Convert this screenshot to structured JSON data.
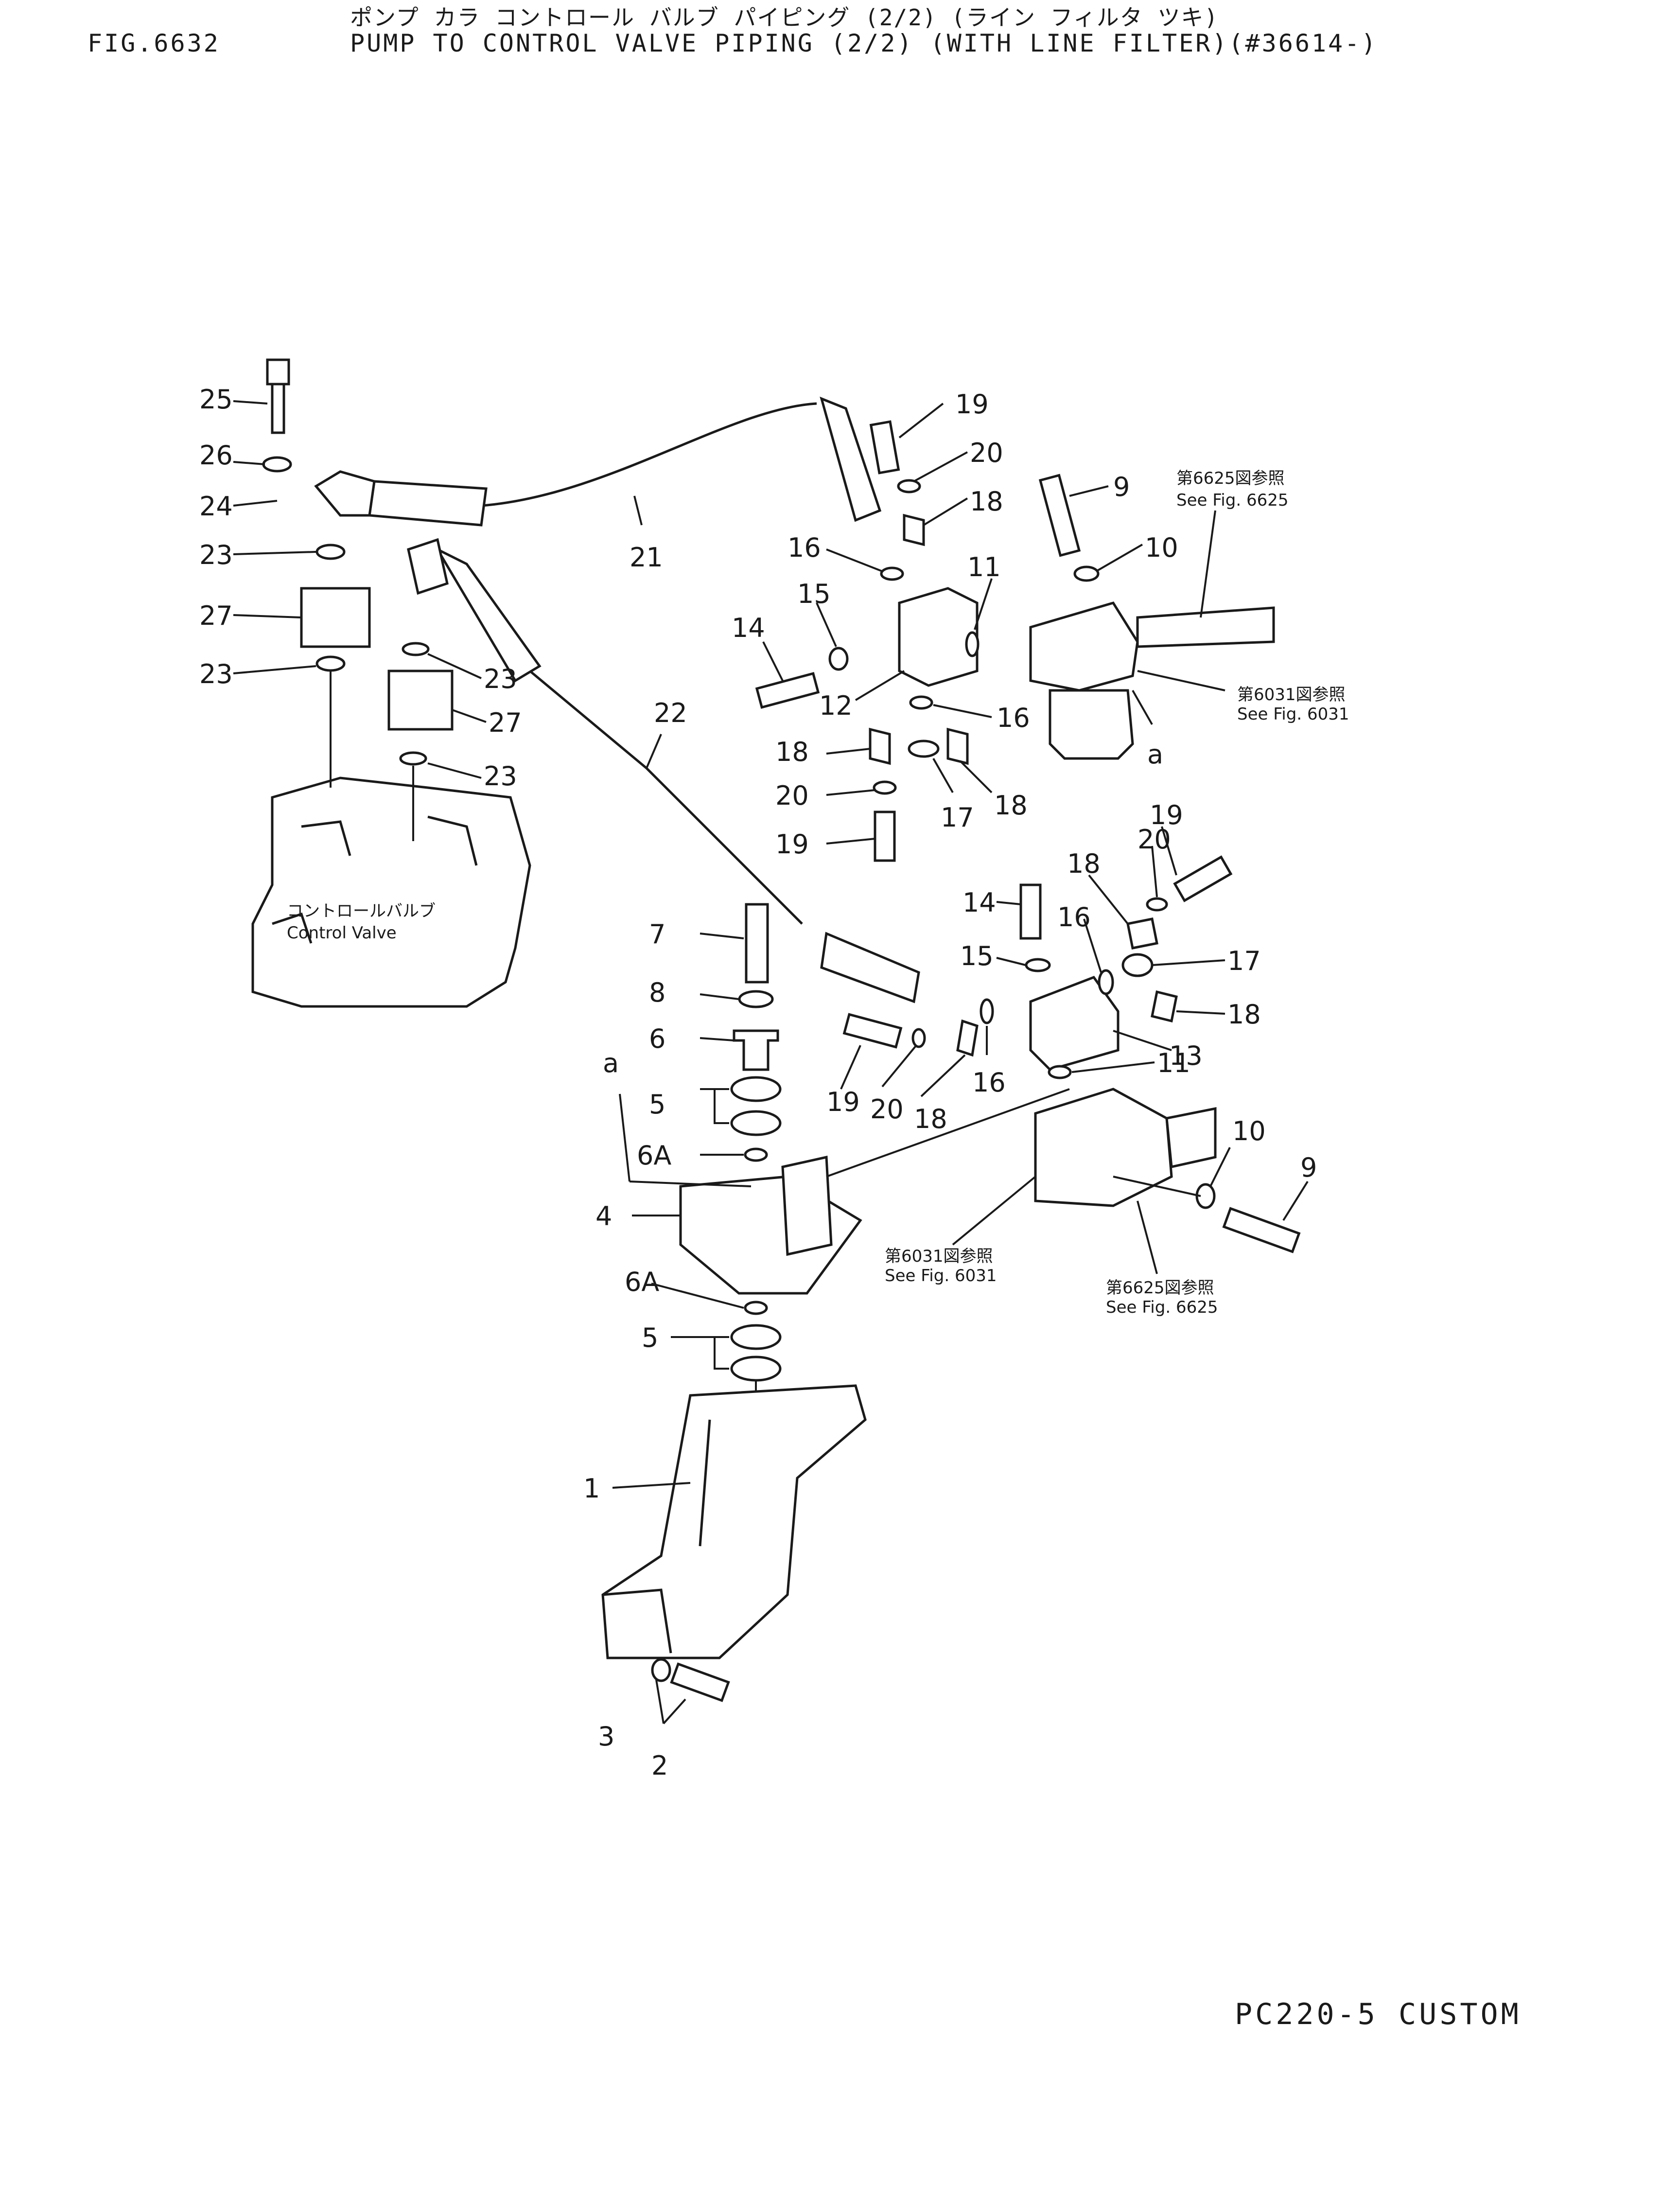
{
  "header": {
    "fig_label": "FIG.6632",
    "title_jp": "ポンプ カラ コントロール バルブ パイピング (2/2) (ライン フィルタ ツキ)",
    "title_en": "PUMP TO CONTROL VALVE PIPING (2/2) (WITH LINE FILTER)(#36614-)"
  },
  "footer": {
    "model": "PC220-5 CUSTOM"
  },
  "callouts": {
    "c1": "1",
    "c2": "2",
    "c3": "3",
    "c4": "4",
    "c5a": "5",
    "c5b": "5",
    "c6": "6",
    "c6a1": "6A",
    "c6a2": "6A",
    "c7": "7",
    "c8": "8",
    "c9a": "9",
    "c9b": "9",
    "c10a": "10",
    "c10b": "10",
    "c11a": "11",
    "c11b": "11",
    "c12": "12",
    "c13": "13",
    "c14a": "14",
    "c14b": "14",
    "c15a": "15",
    "c15b": "15",
    "c16a": "16",
    "c16b": "16",
    "c16c": "16",
    "c16d": "16",
    "c17a": "17",
    "c17b": "17",
    "c18a": "18",
    "c18b": "18",
    "c18c": "18",
    "c18d": "18",
    "c18e": "18",
    "c18f": "18",
    "c19a": "19",
    "c19b": "19",
    "c19c": "19",
    "c19d": "19",
    "c20a": "20",
    "c20b": "20",
    "c20c": "20",
    "c20d": "20",
    "c21": "21",
    "c22": "22",
    "c23a": "23",
    "c23b": "23",
    "c23c": "23",
    "c23d": "23",
    "c24": "24",
    "c25": "25",
    "c26": "26",
    "c27a": "27",
    "c27b": "27",
    "ca1": "a",
    "ca2": "a"
  },
  "references": {
    "r1_jp": "第6625図参照",
    "r1_en": "See Fig. 6625",
    "r2_jp": "第6031図参照",
    "r2_en": "See Fig. 6031",
    "r3_jp": "第6031図参照",
    "r3_en": "See Fig. 6031",
    "r4_jp": "第6625図参照",
    "r4_en": "See Fig. 6625",
    "cv_jp": "コントロールバルブ",
    "cv_en": "Control Valve"
  }
}
